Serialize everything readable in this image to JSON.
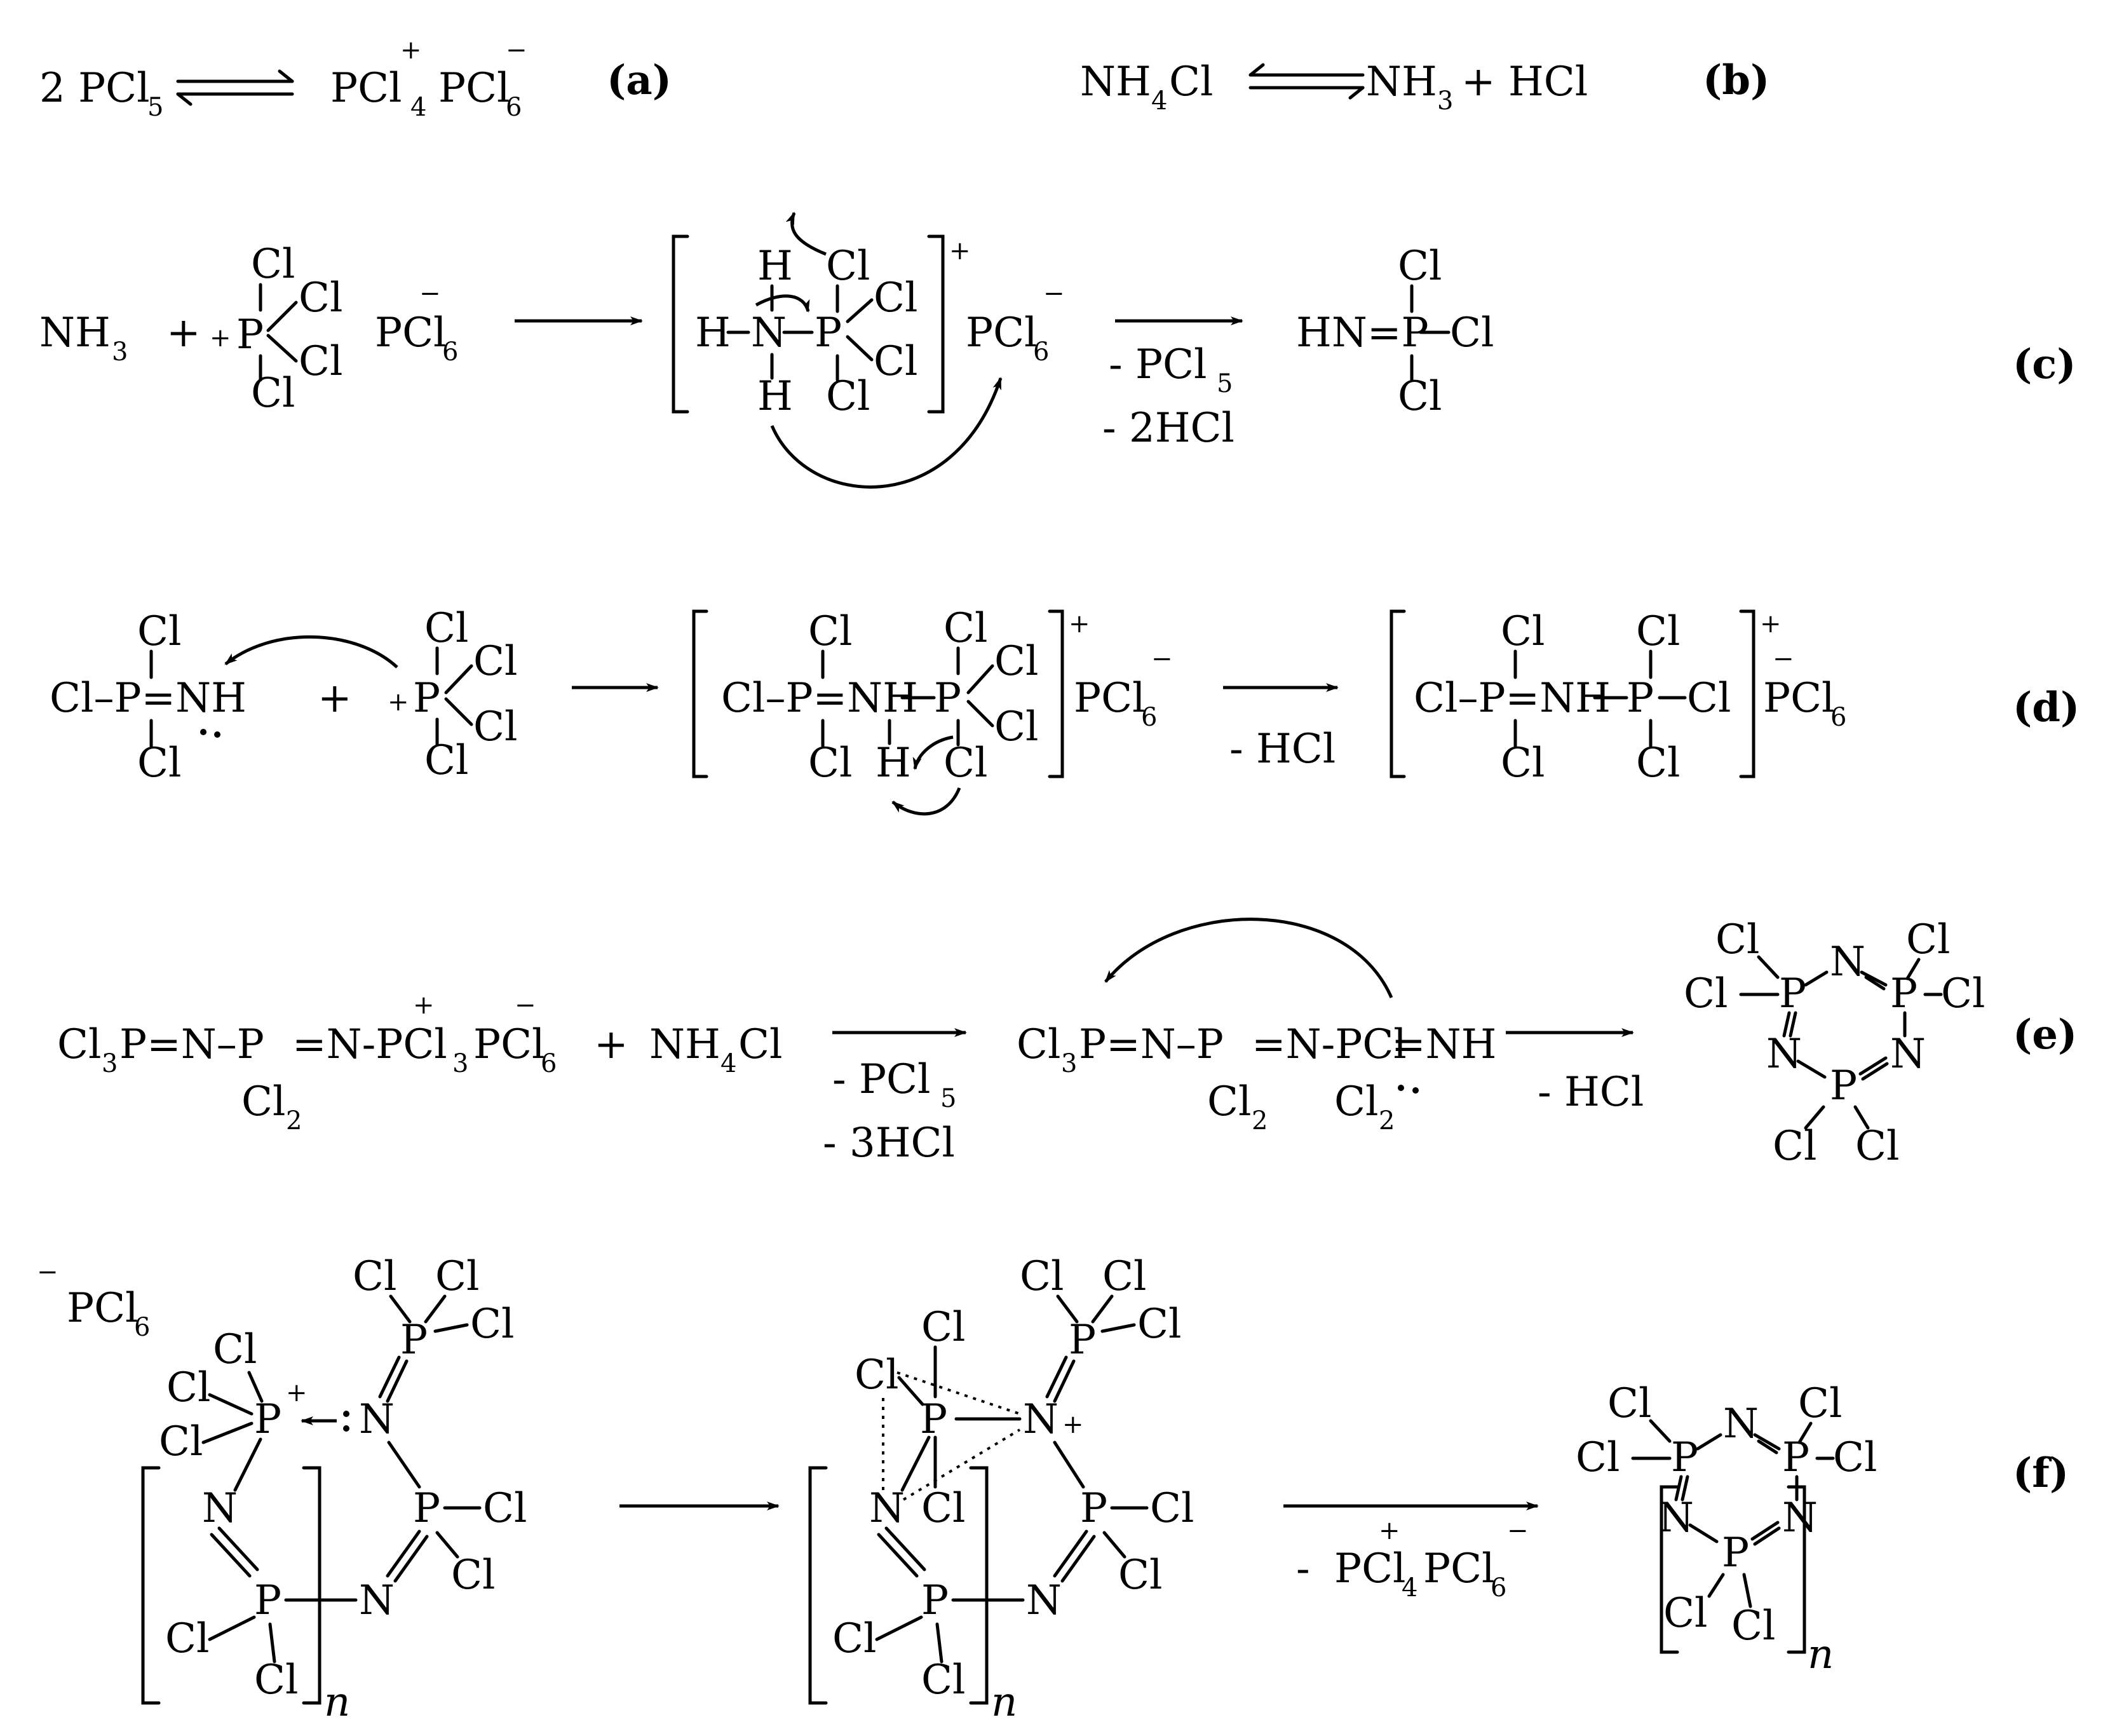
{
  "equations": {
    "a": {
      "label": "(a)",
      "reactant": "2 PCl",
      "reactant_sub": "5",
      "product": "PCl",
      "product_sub1": "4",
      "product2": "PCl",
      "product_sub2": "6",
      "charge_plus": "+",
      "charge_minus": "−"
    },
    "b": {
      "label": "(b)",
      "reactant": "NH",
      "reactant_sub": "4",
      "reactant_tail": "Cl",
      "product": "NH",
      "product_sub": "3",
      "product_tail": "+ HCl"
    },
    "c": {
      "label": "(c)",
      "reactant1": "NH",
      "reactant1_sub": "3",
      "plus": "+",
      "anion": "PCl",
      "anion_sub": "6",
      "byproduct1": "- PCl",
      "byproduct1_sub": "5",
      "byproduct2": "- 2HCl",
      "product": "HN=P",
      "atom_Cl": "Cl",
      "atom_H": "H",
      "atom_P": "P",
      "atom_N": "N",
      "charge_plus": "+",
      "charge_minus": "−"
    },
    "d": {
      "label": "(d)",
      "reactant": "Cl–P=NH",
      "plus": "+",
      "byproduct": "- HCl",
      "anion": "PCl",
      "anion_sub": "6"
    },
    "e": {
      "label": "(e)",
      "reactant_head": "Cl",
      "reactant_sub": "3",
      "reactant_body": "P=N–P",
      "reactant_mid": "=N-PCl",
      "reactant_mid_sub": "3",
      "cl2": "Cl",
      "cl2_sub": "2",
      "anion": "PCl",
      "anion_sub": "6",
      "plus": "+",
      "ammonium": "NH",
      "ammonium_sub": "4",
      "ammonium_tail": "Cl",
      "byproduct1": "- PCl",
      "byproduct1_sub": "5",
      "byproduct2": "- 3HCl",
      "intermediate_tail": "=NH",
      "byproduct3": "- HCl"
    },
    "f": {
      "label": "(f)",
      "anion": "PCl",
      "anion_sub": "6",
      "byproduct_prefix": "-",
      "byproduct_a": "PCl",
      "byproduct_a_sub": "4",
      "byproduct_b": "PCl",
      "byproduct_b_sub": "6",
      "repeat": "n"
    }
  }
}
